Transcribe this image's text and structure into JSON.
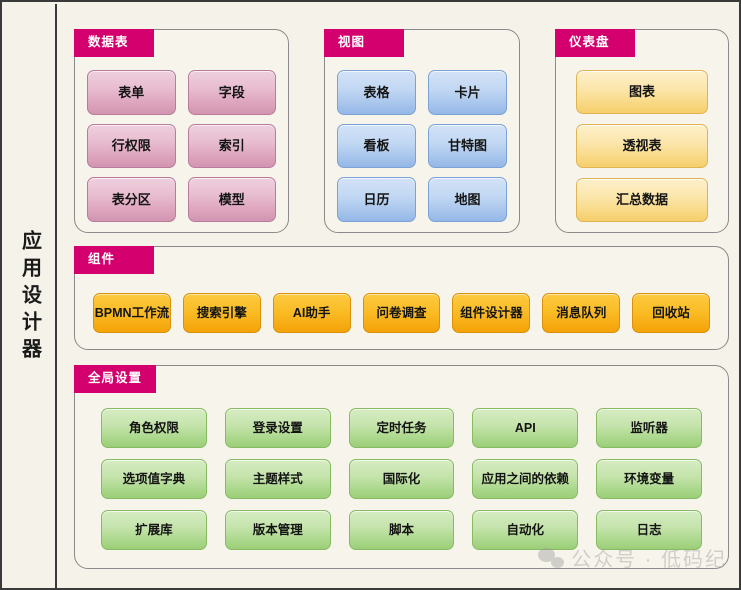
{
  "sidebar": {
    "title": "应用设计器"
  },
  "panels": {
    "datatable": {
      "tag": "数据表",
      "items": [
        "表单",
        "字段",
        "行权限",
        "索引",
        "表分区",
        "模型"
      ]
    },
    "view": {
      "tag": "视图",
      "items": [
        "表格",
        "卡片",
        "看板",
        "甘特图",
        "日历",
        "地图"
      ]
    },
    "dashboard": {
      "tag": "仪表盘",
      "items": [
        "图表",
        "透视表",
        "汇总数据"
      ]
    },
    "component": {
      "tag": "组件",
      "items": [
        "BPMN工作流",
        "搜索引擎",
        "AI助手",
        "问卷调查",
        "组件设计器",
        "消息队列",
        "回收站"
      ]
    },
    "global": {
      "tag": "全局设置",
      "items": [
        "角色权限",
        "登录设置",
        "定时任务",
        "API",
        "监听器",
        "选项值字典",
        "主题样式",
        "国际化",
        "应用之间的依赖",
        "环境变量",
        "扩展库",
        "版本管理",
        "脚本",
        "自动化",
        "日志"
      ]
    }
  },
  "watermark": {
    "text": "公众号 · 低码纪",
    "icon": "wechat-icon"
  },
  "colors": {
    "tag_magenta": "#d4006e",
    "background": "#f5f2e9",
    "panel_background": "#f7f4ec",
    "chip_pink": "#dda4bd",
    "chip_blue": "#a6c4ec",
    "chip_yellow": "#f8d883",
    "chip_orange": "#f7ab13",
    "chip_green": "#aad78a",
    "border": "#3a3a3a"
  }
}
